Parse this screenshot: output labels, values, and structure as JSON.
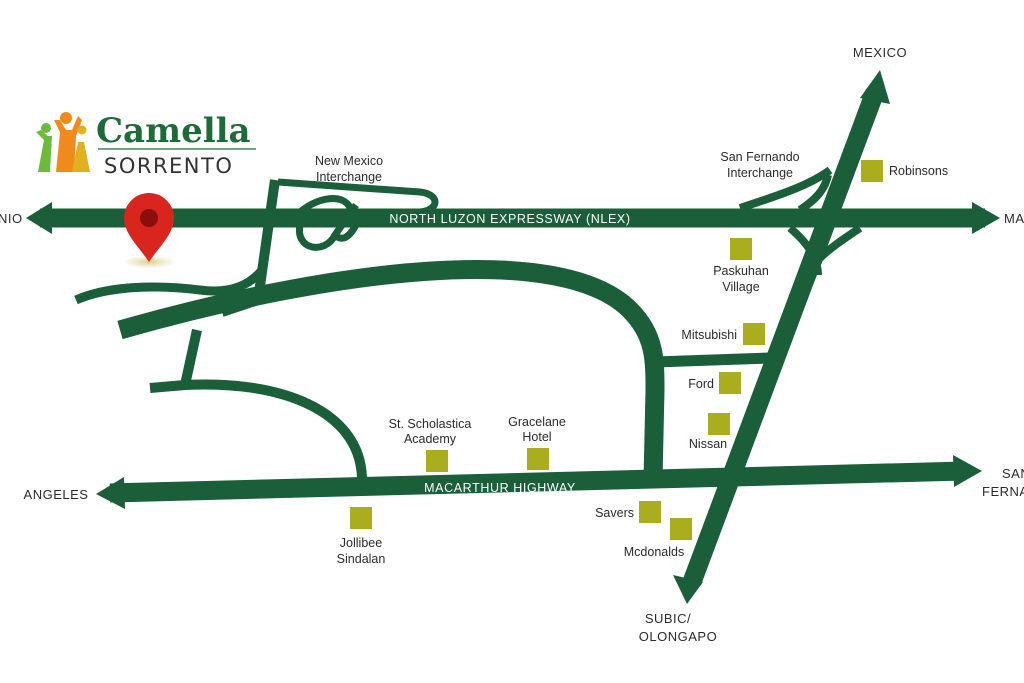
{
  "brand": {
    "name": "Camella",
    "subname": "SORRENTO"
  },
  "colors": {
    "road": "#1a5f3a",
    "landmark": "#a9ad1e",
    "pin": "#d8251d",
    "brand_green": "#1e6b3a",
    "text": "#2b2b2b"
  },
  "roads": {
    "nlex": "NORTH LUZON EXPRESSWAY (NLEX)",
    "macarthur": "MACARTHUR HIGHWAY"
  },
  "destinations": {
    "mexico": "MEXICO",
    "angeles": "ANGELES",
    "subic_line1": "SUBIC/",
    "subic_line2": "OLONGAPO",
    "west_partial": "NIO",
    "east_partial": "MA",
    "sf_line1": "SAN",
    "sf_line2": "FERNA"
  },
  "interchanges": {
    "new_mexico_line1": "New Mexico",
    "new_mexico_line2": "Interchange",
    "san_fernando_line1": "San Fernando",
    "san_fernando_line2": "Interchange"
  },
  "landmarks": {
    "robinsons": "Robinsons",
    "paskuhan_line1": "Paskuhan",
    "paskuhan_line2": "Village",
    "mitsubishi": "Mitsubishi",
    "ford": "Ford",
    "nissan": "Nissan",
    "scholastica_line1": "St. Scholastica",
    "scholastica_line2": "Academy",
    "gracelane_line1": "Gracelane",
    "gracelane_line2": "Hotel",
    "jollibee_line1": "Jollibee",
    "jollibee_line2": "Sindalan",
    "savers": "Savers",
    "mcdonalds": "Mcdonalds"
  },
  "icons": {
    "location_pin": "map-pin-icon",
    "logo_figures": "family-figures-icon"
  }
}
